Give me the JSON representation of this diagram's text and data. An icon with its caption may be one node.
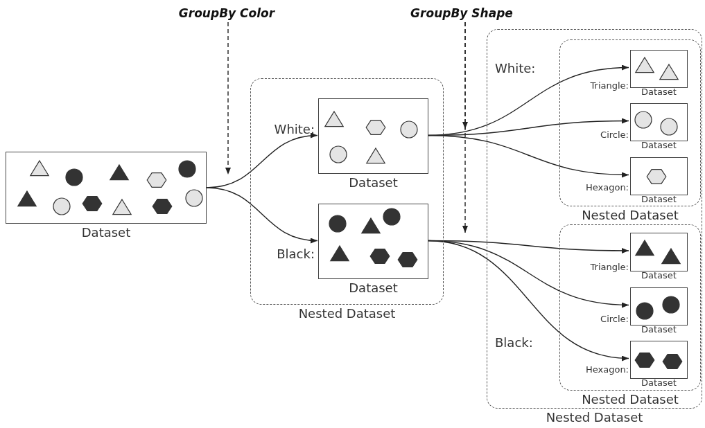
{
  "diagram": {
    "nodes": [
      {
        "text": [
          "Dataset"
        ]
      },
      {
        "text": [
          "Nested Dataset"
        ]
      },
      {
        "text": [
          "Dataset"
        ],
        "in": 1,
        "beside": [
          "White:"
        ]
      },
      {
        "text": [
          "Dataset"
        ],
        "in": 1,
        "beside": [
          "Black:"
        ]
      },
      {
        "text": [
          "White:",
          "Black:",
          "Nested Dataset"
        ]
      },
      {
        "text": [
          "Nested Dataset"
        ],
        "in": 4
      },
      {
        "text": [
          "Dataset"
        ],
        "in": 5,
        "beside": [
          "Triangle:"
        ]
      },
      {
        "text": [
          "Dataset"
        ],
        "in": 5,
        "beside": [
          "Circle:"
        ]
      },
      {
        "text": [
          "Dataset"
        ],
        "in": 5,
        "beside": [
          "Hexagon:"
        ]
      },
      {
        "text": [
          "Nested Dataset"
        ],
        "in": 4
      },
      {
        "text": [
          "Dataset"
        ],
        "in": 9,
        "beside": [
          "Triangle:"
        ]
      },
      {
        "text": [
          "Dataset"
        ],
        "in": 9,
        "beside": [
          "Circle:"
        ]
      },
      {
        "text": [
          "Dataset"
        ],
        "in": 9,
        "beside": [
          "Hexagon:"
        ]
      },
      {
        "text": [
          "GroupBy Color"
        ]
      },
      {
        "text": [
          "GroupBy Shape"
        ]
      }
    ],
    "edges": [
      {
        "from": 0,
        "to": 2,
        "arrow": "to"
      },
      {
        "from": 0,
        "to": 3,
        "arrow": "to"
      },
      {
        "from": 2,
        "to": 6,
        "arrow": "to"
      },
      {
        "from": 2,
        "to": 7,
        "arrow": "to"
      },
      {
        "from": 2,
        "to": 8,
        "arrow": "to"
      },
      {
        "from": 3,
        "to": 10,
        "arrow": "to"
      },
      {
        "from": 3,
        "to": 11,
        "arrow": "to"
      },
      {
        "from": 3,
        "to": 12,
        "arrow": "to"
      },
      {
        "from": 13,
        "to": null,
        "arrow": "to",
        "style": "dashed"
      },
      {
        "from": 14,
        "to": null,
        "arrow": "to",
        "style": "dashed"
      },
      {
        "from": 14,
        "to": null,
        "arrow": "to",
        "style": "dashed"
      }
    ]
  }
}
